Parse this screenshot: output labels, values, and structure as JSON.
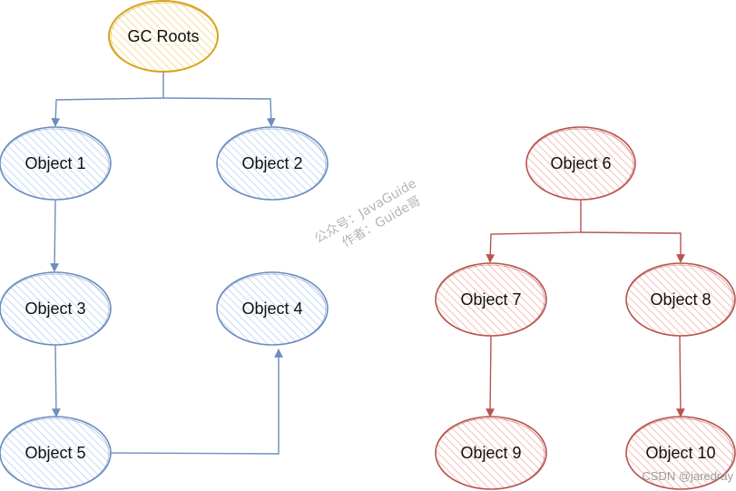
{
  "diagram": {
    "nodes": {
      "gc_roots": "GC Roots",
      "object_1": "Object 1",
      "object_2": "Object 2",
      "object_3": "Object 3",
      "object_4": "Object 4",
      "object_5": "Object 5",
      "object_6": "Object 6",
      "object_7": "Object 7",
      "object_8": "Object 8",
      "object_9": "Object 9",
      "object_10": "Object 10"
    },
    "edges": [
      {
        "from": "gc_roots",
        "to": "object_1"
      },
      {
        "from": "gc_roots",
        "to": "object_2"
      },
      {
        "from": "object_1",
        "to": "object_3"
      },
      {
        "from": "object_3",
        "to": "object_5"
      },
      {
        "from": "object_5",
        "to": "object_4"
      },
      {
        "from": "object_6",
        "to": "object_7"
      },
      {
        "from": "object_6",
        "to": "object_8"
      },
      {
        "from": "object_7",
        "to": "object_9"
      },
      {
        "from": "object_8",
        "to": "object_10"
      }
    ],
    "colors": {
      "root_stroke": "#d9a520",
      "root_fill": "#fdf0c8",
      "reachable_stroke": "#6c8ebf",
      "reachable_fill": "#dae8fc",
      "unreachable_stroke": "#b85450",
      "unreachable_fill": "#f8cecc"
    }
  },
  "watermark": {
    "line1": "公众号：JavaGuide",
    "line2": "作者：Guide哥"
  },
  "credit": "CSDN @jaredray"
}
